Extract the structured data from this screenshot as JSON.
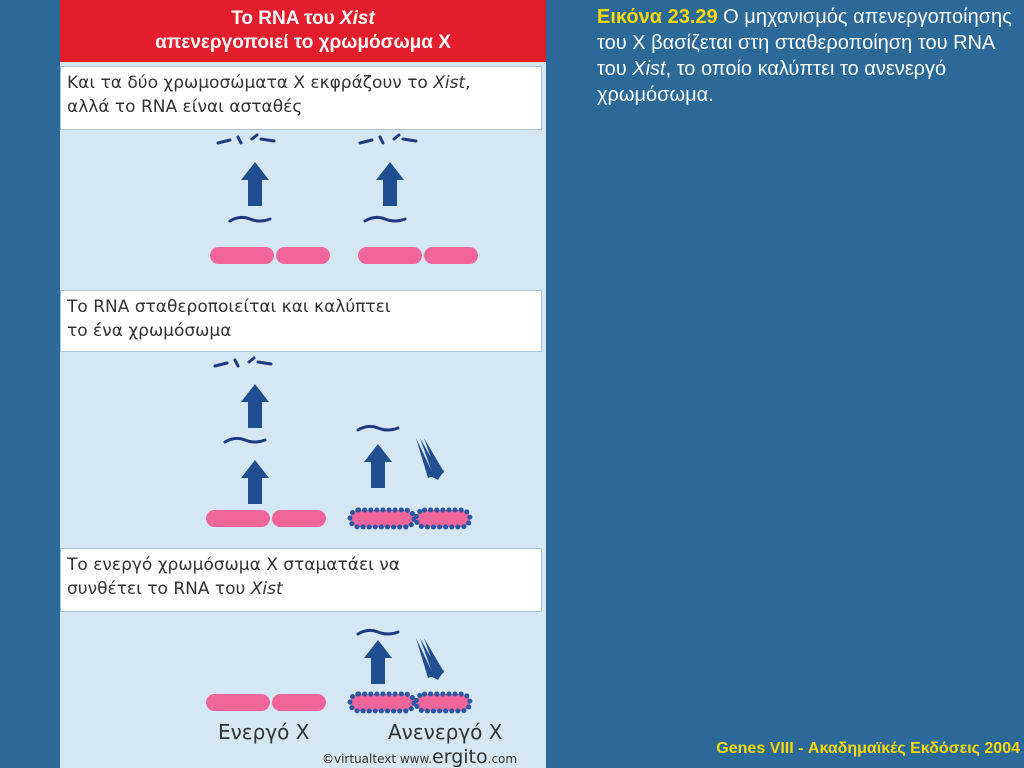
{
  "figure": {
    "title_line1_pre": "Το RNA του ",
    "title_line1_em": "Xist",
    "title_line2": "απενεργοποιεί το χρωμόσωμα X",
    "step1": {
      "line1_pre": "Και τα δύο χρωμοσώματα X εκφράζουν το ",
      "line1_em": "Xist",
      "line1_post": ",",
      "line2": "αλλά το RNA είναι ασταθές"
    },
    "step2": {
      "line1": "Το RNA σταθεροποιείται και καλύπτει",
      "line2": "το ένα χρωμόσωμα"
    },
    "step3": {
      "line1": "Το ενεργό χρωμόσωμα X σταματάει να",
      "line2_pre": "συνθέτει το RNA του ",
      "line2_em": "Xist"
    },
    "label_active": "Ενεργό X",
    "label_inactive": "Ανενεργό X",
    "credit_prefix": "©virtualtext  www.",
    "credit_brand": "ergito",
    "credit_suffix": ".com",
    "colors": {
      "header_bg": "#e31d2c",
      "chromosome": "#f0669a",
      "arrow": "#1f4f8f",
      "rna": "#1d3b80",
      "coat": "#2a56a8"
    }
  },
  "caption": {
    "number": "Εικόνα 23.29",
    "text_pre": " Ο μηχανισμός απενεργοποίησης του X βασίζεται στη σταθεροποίηση του RNA του ",
    "text_em": "Xist",
    "text_post": ", το οποίο καλύπτει το ανενεργό χρωμόσωμα."
  },
  "footer": "Genes VIII - Ακαδημαϊκές Εκδόσεις 2004"
}
